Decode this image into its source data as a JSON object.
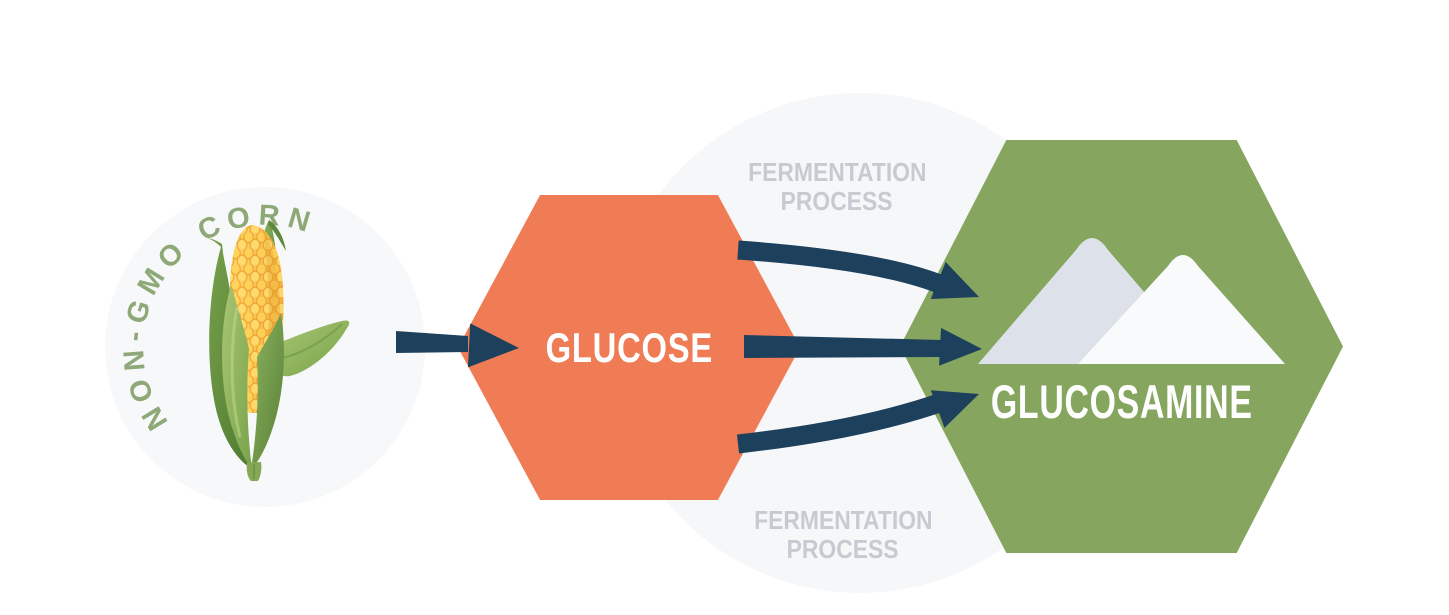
{
  "canvas": {
    "background": "#ffffff"
  },
  "background_circle": {
    "color": "#f5f7f9"
  },
  "source": {
    "label": "NON-GMO CORN",
    "label_color": "#8ea877",
    "circle_color": "#f6f8fa",
    "icon": "corn-illustration"
  },
  "glucose_hex": {
    "label": "GLUCOSE",
    "fill": "#f07c55",
    "text_color": "#ffffff",
    "shape": "hexagon"
  },
  "fermentation_top": {
    "line1": "FERMENTATION",
    "line2": "PROCESS"
  },
  "fermentation_bottom": {
    "line1": "FERMENTATION",
    "line2": "PROCESS"
  },
  "fermentation_label_color": "#c5cbd1",
  "glucosamine_hex": {
    "label": "GLUCOSAMINE",
    "fill": "#86a660",
    "text_color": "#ffffff",
    "shape": "hexagon",
    "icon": "mountain-icon",
    "mountain_back_color": "#dde1e9",
    "mountain_front_color": "#f8fafc"
  },
  "arrows": {
    "color": "#1d405c",
    "corn_to_glucose_count": 1,
    "glucose_to_glucosamine_count": 3
  }
}
